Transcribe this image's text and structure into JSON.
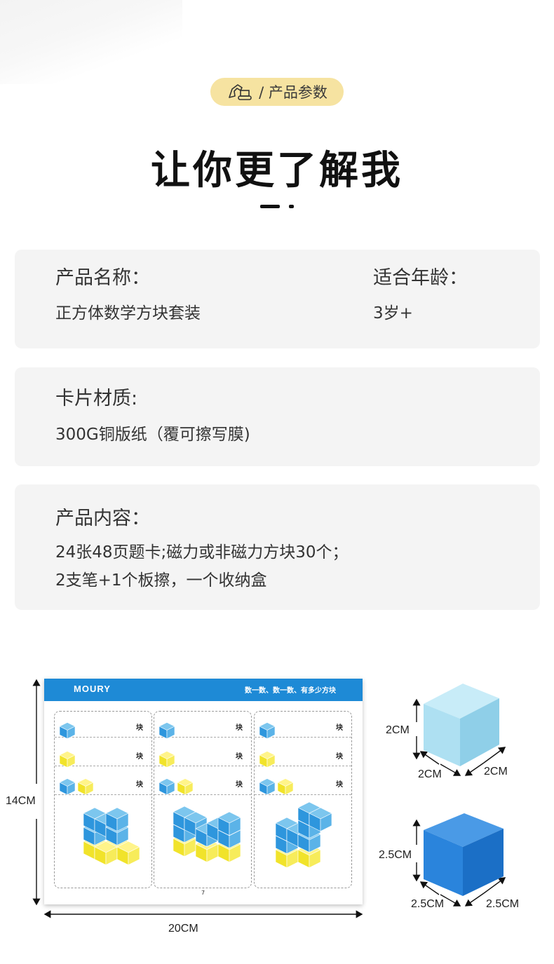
{
  "header": {
    "badge_text": "/ 产品参数",
    "badge_icon": "excavator-icon",
    "title": "让你更了解我"
  },
  "cards": {
    "name_label": "产品名称：",
    "name_value": "正方体数学方块套装",
    "age_label": "适合年龄：",
    "age_value": "3岁+",
    "material_label": "卡片材质:",
    "material_value": "300G铜版纸（覆可擦写膜)",
    "content_label": "产品内容：",
    "content_line1": "24张48页题卡;磁力或非磁力方块30个；",
    "content_line2": "2支笔+1个板擦，一个收纳盒"
  },
  "figure": {
    "sheet_height": "14CM",
    "sheet_width": "20CM",
    "sheet_brand": "MOURY",
    "sheet_slogan": "数一数、数一数、有多少方块",
    "unit_label": "块",
    "page_number": "7",
    "small_cube": {
      "h": "2CM",
      "w": "2CM",
      "d": "2CM",
      "color": "#a9dcf0"
    },
    "large_cube": {
      "h": "2.5CM",
      "w": "2.5CM",
      "d": "2.5CM",
      "color": "#1f7fd6"
    }
  },
  "colors": {
    "card_bg": "#f4f4f4",
    "badge_bg": "#f6e3a1",
    "bar_blue": "#1e8ad6",
    "cube_yellow": "#f5ec3a"
  }
}
